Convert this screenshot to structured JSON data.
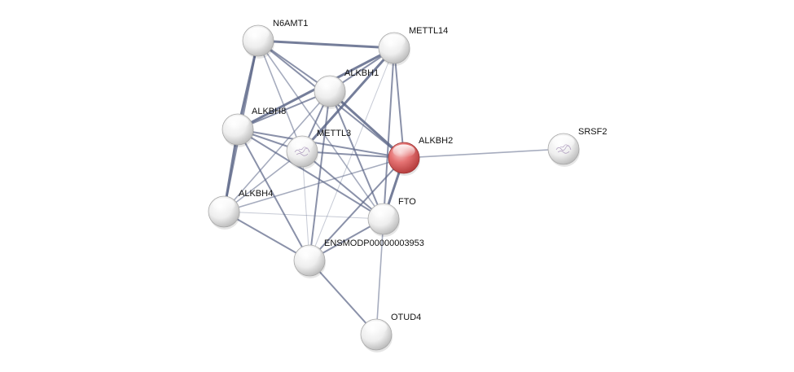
{
  "network": {
    "query_color": "#e05a5a",
    "node_color": "#e6e6e6",
    "edge_color": "#5d6788",
    "nodes": [
      {
        "id": "N6AMT1",
        "label": "N6AMT1",
        "query": false,
        "texture": false
      },
      {
        "id": "METTL14",
        "label": "METTL14",
        "query": false,
        "texture": false
      },
      {
        "id": "ALKBH1",
        "label": "ALKBH1",
        "query": false,
        "texture": false
      },
      {
        "id": "ALKBH8",
        "label": "ALKBH8",
        "query": false,
        "texture": false
      },
      {
        "id": "METTL3",
        "label": "METTL3",
        "query": false,
        "texture": true
      },
      {
        "id": "ALKBH2",
        "label": "ALKBH2",
        "query": true,
        "texture": false
      },
      {
        "id": "SRSF2",
        "label": "SRSF2",
        "query": false,
        "texture": true
      },
      {
        "id": "ALKBH4",
        "label": "ALKBH4",
        "query": false,
        "texture": false
      },
      {
        "id": "FTO",
        "label": "FTO",
        "query": false,
        "texture": false
      },
      {
        "id": "ENSMODP00000003953",
        "label": "ENSMODP00000003953",
        "query": false,
        "texture": false
      },
      {
        "id": "OTUD4",
        "label": "OTUD4",
        "query": false,
        "texture": false
      }
    ],
    "edges": [
      {
        "source": "N6AMT1",
        "target": "METTL14",
        "strength": "strong"
      },
      {
        "source": "N6AMT1",
        "target": "ALKBH1",
        "strength": "medium"
      },
      {
        "source": "N6AMT1",
        "target": "ALKBH8",
        "strength": "strong"
      },
      {
        "source": "N6AMT1",
        "target": "METTL3",
        "strength": "weak"
      },
      {
        "source": "N6AMT1",
        "target": "ALKBH4",
        "strength": "medium"
      },
      {
        "source": "N6AMT1",
        "target": "ALKBH2",
        "strength": "medium"
      },
      {
        "source": "N6AMT1",
        "target": "FTO",
        "strength": "weak"
      },
      {
        "source": "METTL14",
        "target": "ALKBH1",
        "strength": "medium"
      },
      {
        "source": "METTL14",
        "target": "ALKBH8",
        "strength": "strong"
      },
      {
        "source": "METTL14",
        "target": "METTL3",
        "strength": "strong"
      },
      {
        "source": "METTL14",
        "target": "ALKBH2",
        "strength": "medium"
      },
      {
        "source": "METTL14",
        "target": "FTO",
        "strength": "medium"
      },
      {
        "source": "METTL14",
        "target": "ENSMODP00000003953",
        "strength": "faint"
      },
      {
        "source": "ALKBH1",
        "target": "ALKBH8",
        "strength": "medium"
      },
      {
        "source": "ALKBH1",
        "target": "METTL3",
        "strength": "medium"
      },
      {
        "source": "ALKBH1",
        "target": "ALKBH2",
        "strength": "strong"
      },
      {
        "source": "ALKBH1",
        "target": "FTO",
        "strength": "medium"
      },
      {
        "source": "ALKBH1",
        "target": "ENSMODP00000003953",
        "strength": "medium"
      },
      {
        "source": "ALKBH1",
        "target": "ALKBH4",
        "strength": "weak"
      },
      {
        "source": "ALKBH8",
        "target": "METTL3",
        "strength": "medium"
      },
      {
        "source": "ALKBH8",
        "target": "ALKBH2",
        "strength": "medium"
      },
      {
        "source": "ALKBH8",
        "target": "ALKBH4",
        "strength": "strong"
      },
      {
        "source": "ALKBH8",
        "target": "FTO",
        "strength": "medium"
      },
      {
        "source": "ALKBH8",
        "target": "ENSMODP00000003953",
        "strength": "medium"
      },
      {
        "source": "METTL3",
        "target": "ALKBH2",
        "strength": "medium"
      },
      {
        "source": "METTL3",
        "target": "ENSMODP00000003953",
        "strength": "faint"
      },
      {
        "source": "METTL3",
        "target": "FTO",
        "strength": "medium"
      },
      {
        "source": "METTL3",
        "target": "ALKBH4",
        "strength": "weak"
      },
      {
        "source": "ALKBH2",
        "target": "SRSF2",
        "strength": "weak"
      },
      {
        "source": "ALKBH2",
        "target": "ALKBH4",
        "strength": "weak"
      },
      {
        "source": "ALKBH2",
        "target": "FTO",
        "strength": "strong"
      },
      {
        "source": "ALKBH2",
        "target": "ENSMODP00000003953",
        "strength": "medium"
      },
      {
        "source": "ALKBH4",
        "target": "FTO",
        "strength": "faint"
      },
      {
        "source": "ALKBH4",
        "target": "ENSMODP00000003953",
        "strength": "medium"
      },
      {
        "source": "FTO",
        "target": "ENSMODP00000003953",
        "strength": "medium"
      },
      {
        "source": "FTO",
        "target": "OTUD4",
        "strength": "weak"
      },
      {
        "source": "ENSMODP00000003953",
        "target": "OTUD4",
        "strength": "medium"
      }
    ]
  }
}
